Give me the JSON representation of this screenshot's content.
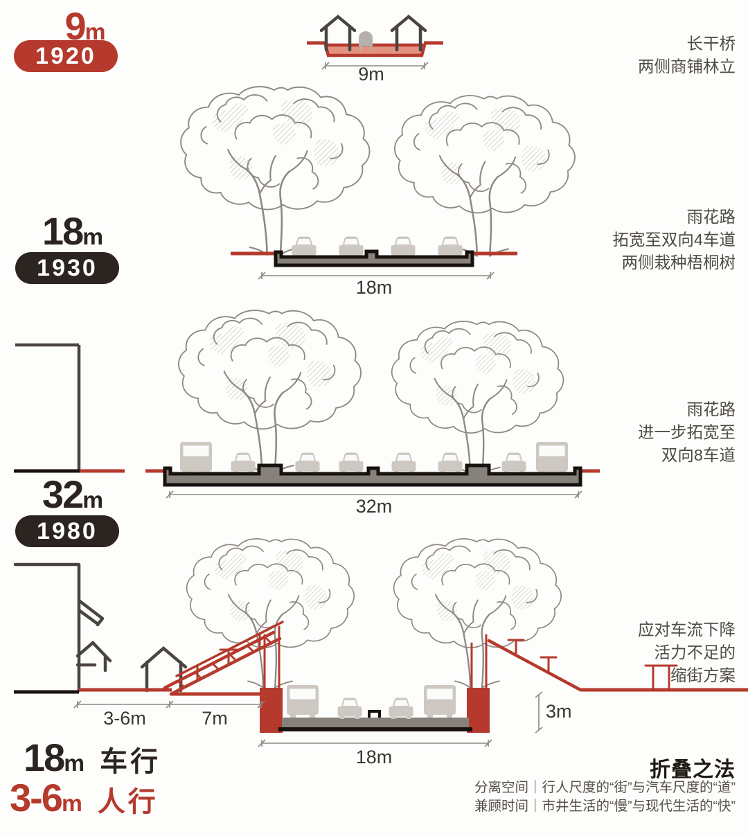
{
  "colors": {
    "red": "#b5392c",
    "red_light": "#e2927f",
    "dark": "#2b2421",
    "text_gray": "#4f4b47",
    "road_gray": "#87817b",
    "vehicle_gray": "#cdc8c2",
    "sketch_gray": "#8f8983"
  },
  "sections": [
    {
      "era_year": "1920",
      "width_value": "9",
      "width_unit": "m",
      "caption": [
        "长干桥",
        "两侧商铺林立"
      ],
      "dimension": "9m"
    },
    {
      "era_year": "1930",
      "width_value": "18",
      "width_unit": "m",
      "caption": [
        "雨花路",
        "拓宽至双向4车道",
        "两侧栽种梧桐树"
      ],
      "dimension": "18m"
    },
    {
      "era_year": "1980",
      "width_value": "32",
      "width_unit": "m",
      "caption": [
        "雨花路",
        "进一步拓宽至",
        "双向8车道"
      ],
      "dimension": "32m"
    },
    {
      "caption": [
        "应对车流下降",
        "活力不足的",
        "缩街方案"
      ],
      "dimensions": {
        "sidewalk": "3-6m",
        "ramp": "7m",
        "carriageway": "18m",
        "drop_height": "3m"
      },
      "legend": [
        {
          "value": "18",
          "unit": "m",
          "label": "车行"
        },
        {
          "value": "3-6",
          "unit": "m",
          "label": "人行"
        }
      ]
    }
  ],
  "footer": {
    "title": "折叠之法",
    "lines": [
      "分离空间｜行人尺度的“街”与汽车尺度的“道”",
      "兼顾时间｜市井生活的“慢”与现代生活的“快”"
    ]
  }
}
